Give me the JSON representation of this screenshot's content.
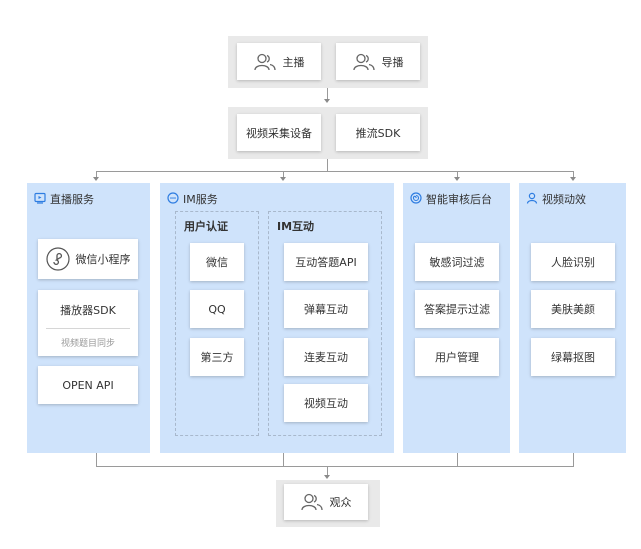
{
  "top": {
    "anchor": "主播",
    "guide": "导播"
  },
  "capture": {
    "device": "视频采集设备",
    "sdk": "推流SDK"
  },
  "live": {
    "title": "直播服务",
    "mini_program": "微信小程序",
    "player_sdk": "播放器SDK",
    "player_sub": "视频题目同步",
    "open_api": "OPEN API"
  },
  "im": {
    "title": "IM服务",
    "auth": {
      "title": "用户认证",
      "items": [
        "微信",
        "QQ",
        "第三方"
      ]
    },
    "interaction": {
      "title": "IM互动",
      "items": [
        "互动答题API",
        "弹幕互动",
        "连麦互动",
        "视频互动"
      ]
    }
  },
  "audit": {
    "title": "智能审核后台",
    "items": [
      "敏感词过滤",
      "答案提示过滤",
      "用户管理"
    ]
  },
  "effects": {
    "title": "视频动效",
    "items": [
      "人脸识别",
      "美肤美颜",
      "绿幕抠图"
    ]
  },
  "audience": "观众",
  "colors": {
    "panel": "#cfe3fb",
    "band": "#e9e9e9",
    "accent": "#2e7de1"
  }
}
